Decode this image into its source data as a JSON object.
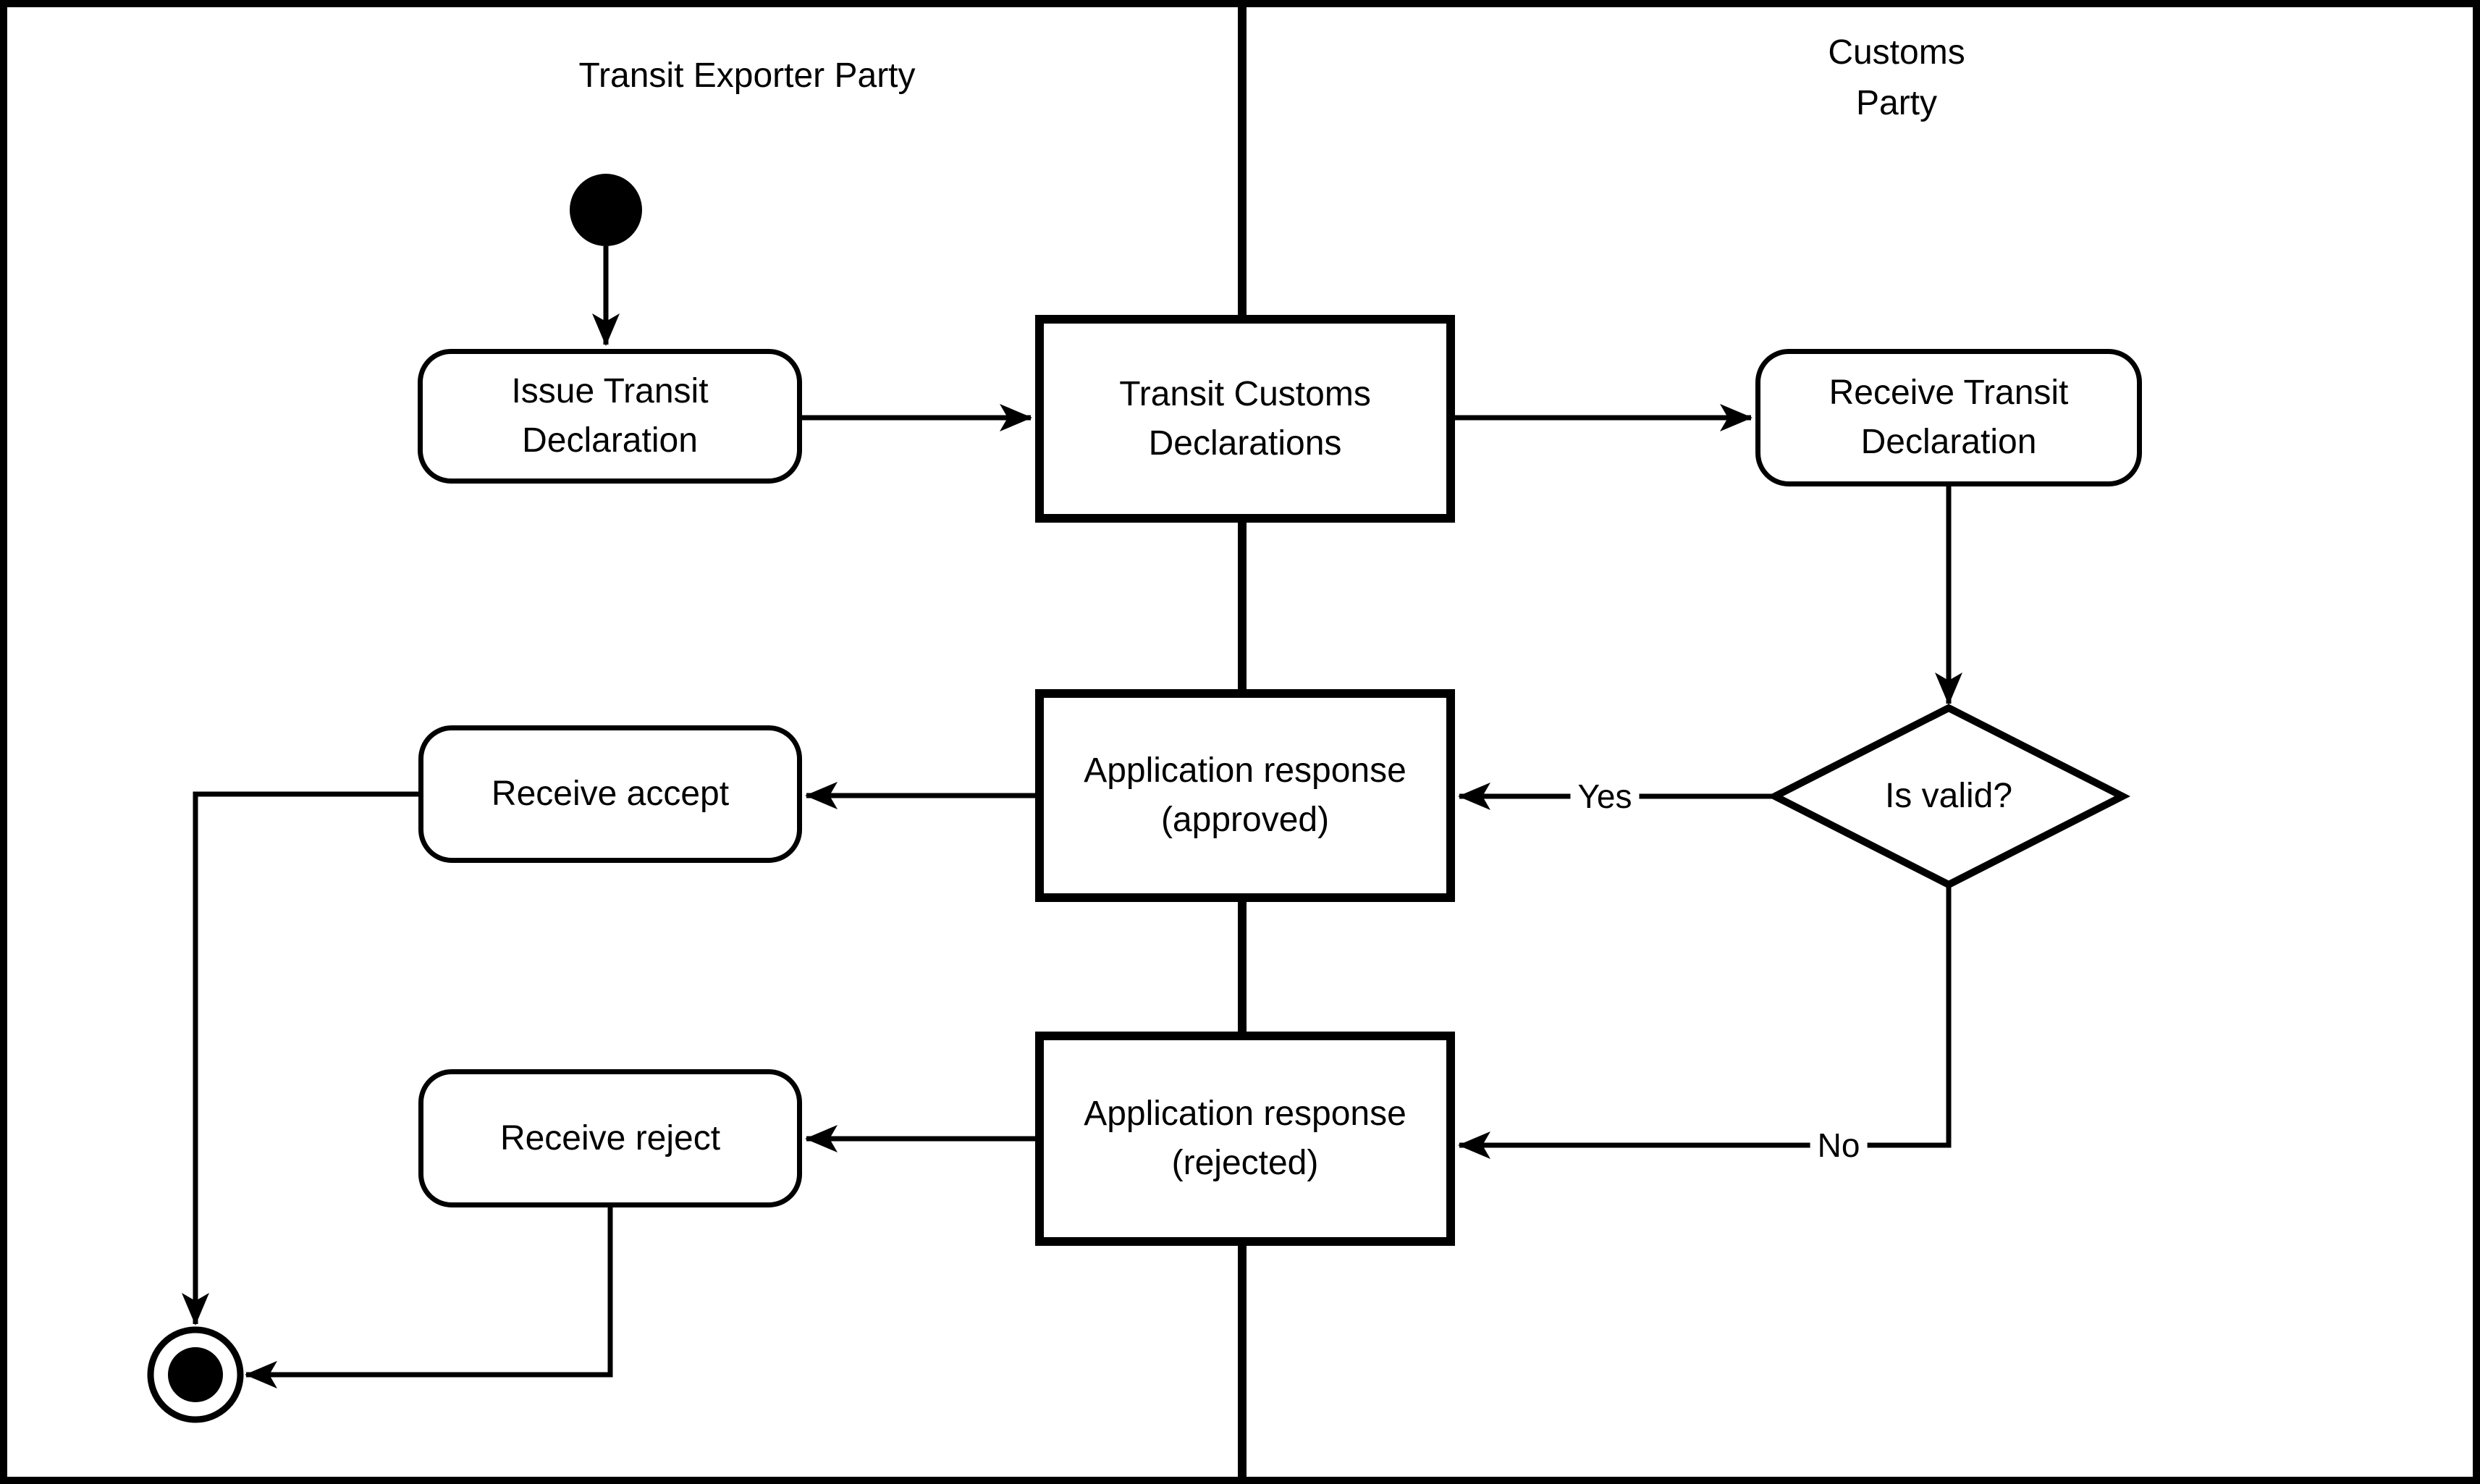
{
  "lanes": {
    "exporter": {
      "title": "Transit Exporter Party"
    },
    "customs": {
      "title": "Customs\nParty"
    }
  },
  "nodes": {
    "start": {
      "type": "initial-node",
      "label": ""
    },
    "issue_transit": {
      "label": "Issue Transit\nDeclaration"
    },
    "transit_customs": {
      "label": "Transit Customs\nDeclarations"
    },
    "receive_transit": {
      "label": "Receive Transit\nDeclaration"
    },
    "is_valid": {
      "label": "Is valid?"
    },
    "approved": {
      "label": "Application response\n(approved)"
    },
    "receive_accept": {
      "label": "Receive accept"
    },
    "rejected": {
      "label": "Application response\n(rejected)"
    },
    "receive_reject": {
      "label": "Receive reject"
    },
    "end": {
      "type": "final-node",
      "label": ""
    }
  },
  "edges": {
    "yes": {
      "label": "Yes"
    },
    "no": {
      "label": "No"
    }
  },
  "colors": {
    "ink": "#000000",
    "background": "#ffffff"
  }
}
